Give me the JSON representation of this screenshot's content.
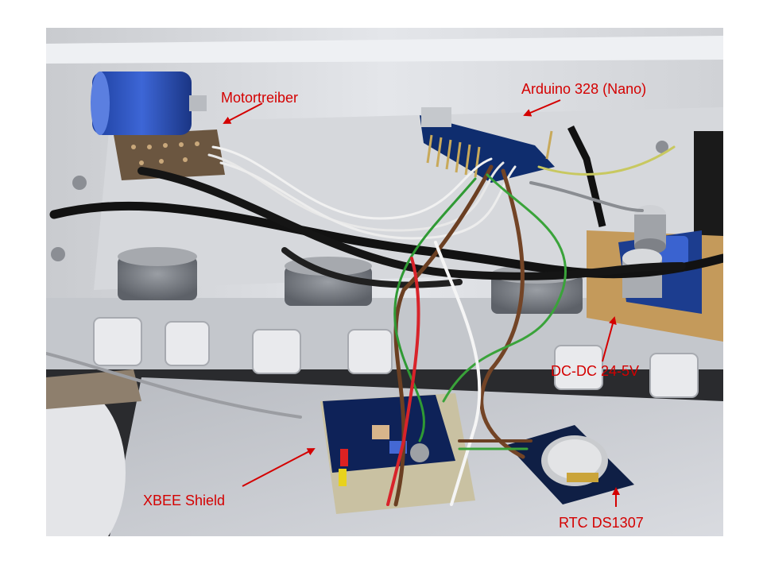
{
  "labels": {
    "motortreiber": "Motortreiber",
    "arduino": "Arduino 328 (Nano)",
    "dcdc": "DC-DC 24-5V",
    "xbee": "XBEE Shield",
    "rtc": "RTC DS1307"
  },
  "colors": {
    "annotation": "#d40000"
  }
}
